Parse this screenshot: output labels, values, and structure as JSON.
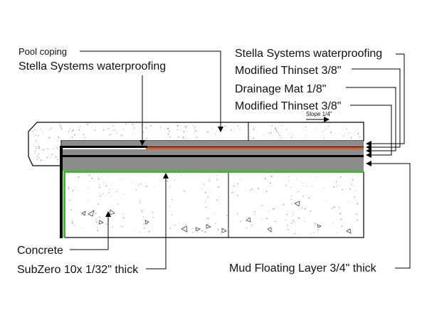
{
  "diagram": {
    "labels": {
      "pool_coping": "Pool coping",
      "stella_left": "Stella Systems waterproofing",
      "stella_right": "Stella Systems waterproofing",
      "modified_thinset_1": "Modified Thinset 3/8\"",
      "drainage_mat": "Drainage Mat 1/8\"",
      "modified_thinset_2": "Modified Thinset 3/8\"",
      "slope": "Slope 1/4\"",
      "concrete": "Concrete",
      "subzero": "SubZero 10x 1/32\" thick",
      "mud_floating": "Mud Floating Layer 3/4\" thick"
    },
    "colors": {
      "drainage_mat": "#e8541e",
      "waterproofing_edge": "#3dbb2a",
      "thinset": "#8c8c8c",
      "membrane": "#000000",
      "concrete_stipple": "#9a9a9a"
    }
  }
}
